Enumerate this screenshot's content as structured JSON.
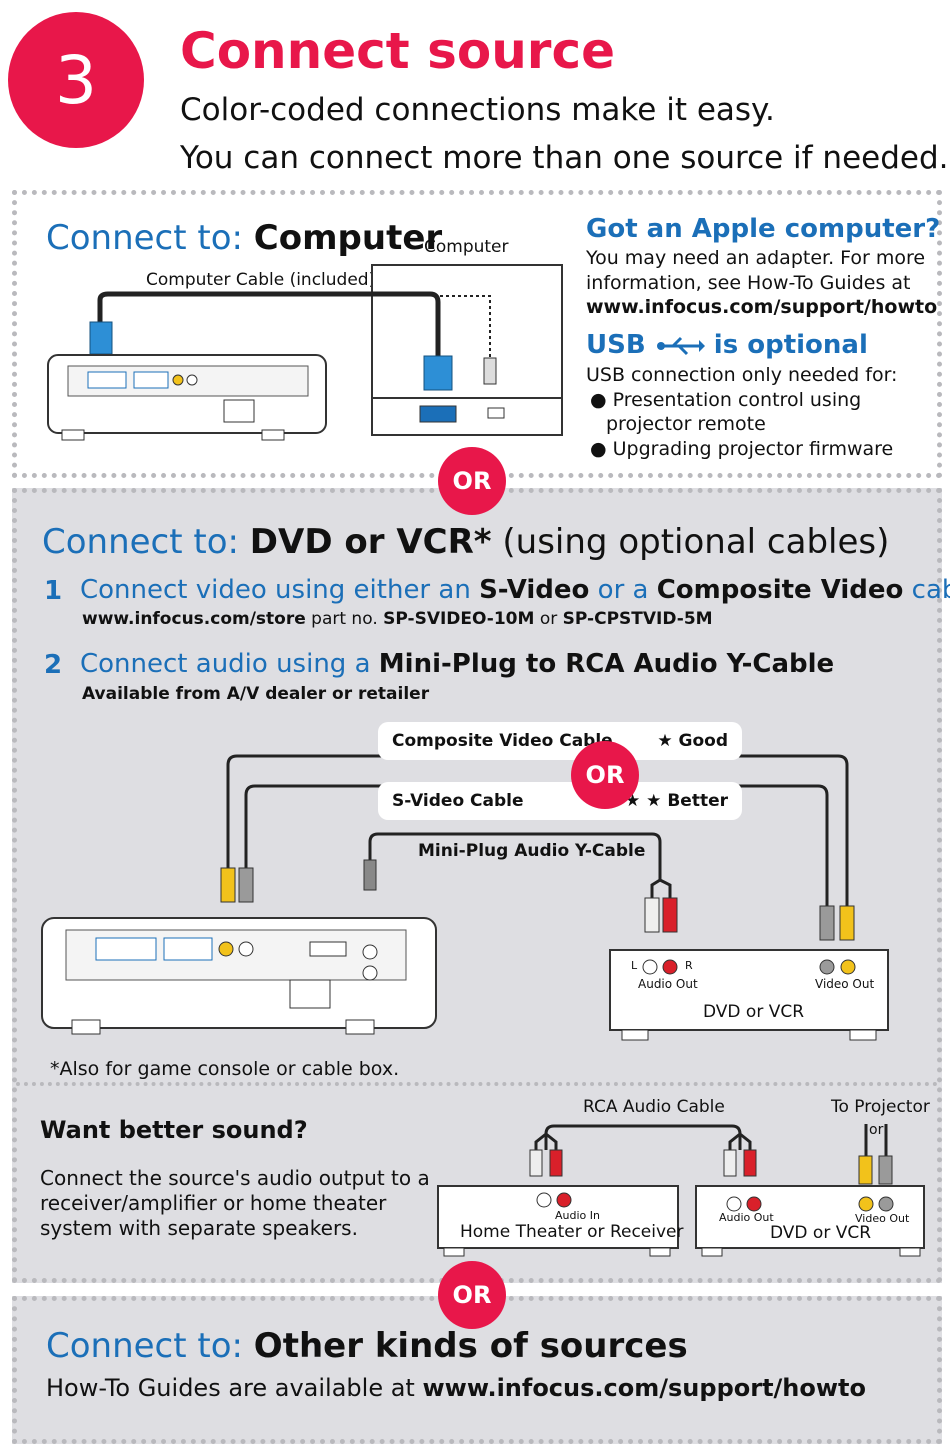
{
  "header": {
    "step_number": "3",
    "title": "Connect source",
    "line1": "Color-coded connections make it easy.",
    "line2": "You can connect more than one source if needed."
  },
  "computer": {
    "heading_prefix": "Connect to: ",
    "heading_bold": "Computer",
    "computer_label": "Computer",
    "cable_label": "Computer Cable (included)",
    "apple_title": "Got an Apple computer?",
    "apple_text1": "You may need an adapter. For more",
    "apple_text2": "information, see How-To Guides at",
    "apple_url": "www.infocus.com/support/howto",
    "usb_title_a": "USB",
    "usb_title_b": "is optional",
    "usb_intro": "USB connection only needed for:",
    "usb_bullet1a": "Presentation control using",
    "usb_bullet1b": "projector remote",
    "usb_bullet2": "Upgrading projector firmware"
  },
  "or_label": "OR",
  "dvd": {
    "heading_prefix": "Connect to: ",
    "heading_bold": "DVD or VCR*",
    "heading_suffix": " (using optional cables)",
    "step1_num": "1",
    "step1_a": "Connect video using either an ",
    "step1_b": "S-Video",
    "step1_c": " or a ",
    "step1_d": "Composite Video",
    "step1_e": " cable",
    "step1_url": "www.infocus.com/store",
    "step1_part": " part no. ",
    "step1_p1": "SP-SVIDEO-10M",
    "step1_or": " or ",
    "step1_p2": "SP-CPSTVID-5M",
    "step2_num": "2",
    "step2_a": "Connect audio using a ",
    "step2_b": "Mini-Plug to RCA Audio Y-Cable",
    "step2_sub": "Available from A/V dealer or retailer",
    "composite_label": "Composite Video Cable",
    "composite_rating": "★  Good",
    "svideo_label": "S-Video Cable",
    "svideo_rating": "★ ★  Better",
    "miniplug_label": "Mini-Plug Audio Y-Cable",
    "device_label": "DVD or VCR",
    "audio_out": "Audio Out",
    "video_out": "Video Out",
    "L": "L",
    "R": "R",
    "footnote": "*Also for game console or cable box."
  },
  "sound": {
    "title": "Want better sound?",
    "text1": "Connect the source's audio output to a",
    "text2": "receiver/amplifier or home theater",
    "text3": "system with separate speakers.",
    "rca_label": "RCA Audio Cable",
    "to_projector": "To Projector",
    "or_small": "or",
    "ht_label": "Home Theater or Receiver",
    "audio_in": "Audio In",
    "dvd_label": "DVD or VCR",
    "audio_out": "Audio Out",
    "video_out": "Video Out"
  },
  "other": {
    "heading_prefix": "Connect to: ",
    "heading_bold": "Other kinds of sources",
    "text": "How-To Guides are available at ",
    "url": "www.infocus.com/support/howto"
  },
  "colors": {
    "brand_red": "#e8174a",
    "brand_blue": "#1b6fb8",
    "panel_gray": "#dedee2",
    "video_yellow": "#f2c21b",
    "audio_red": "#d9202a"
  }
}
